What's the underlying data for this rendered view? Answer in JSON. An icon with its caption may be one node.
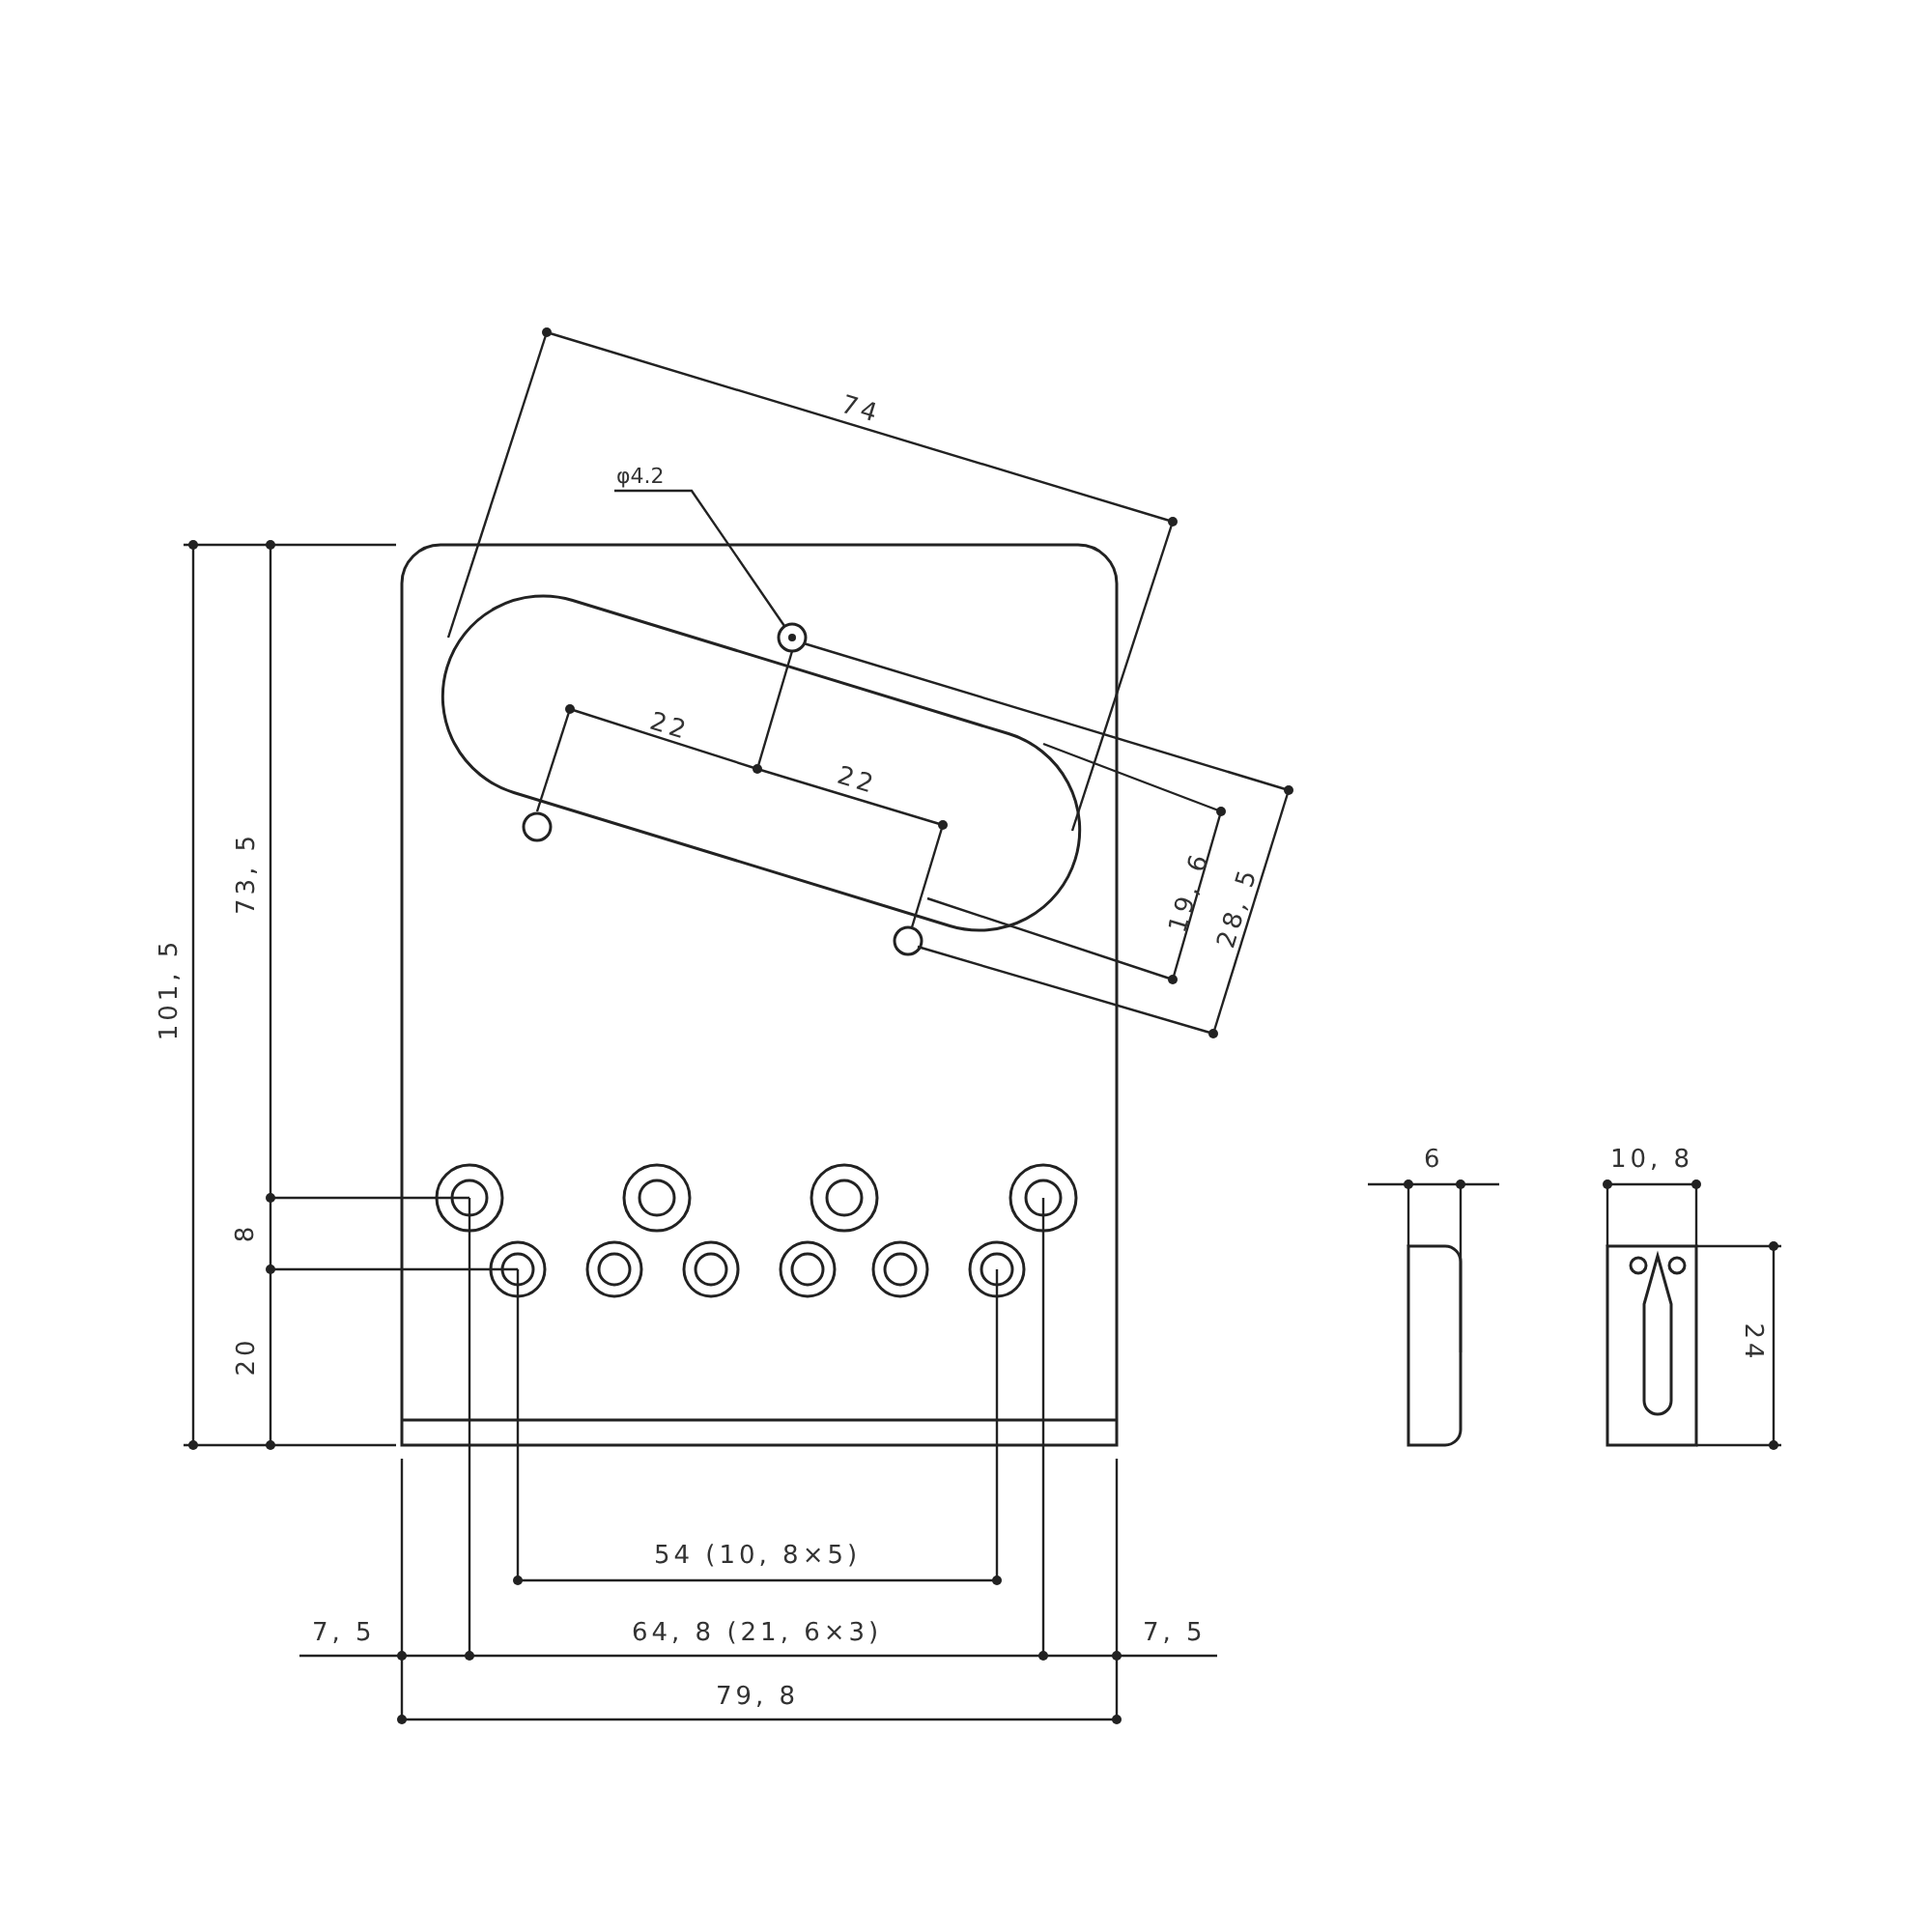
{
  "diagram": {
    "nodes": [
      {
        "text": [
          "φ4.2"
        ]
      },
      {
        "text": [],
        "shape": "circle"
      }
    ],
    "edges": [
      {
        "from": 0,
        "to": 1,
        "arrow": "none"
      }
    ],
    "labels": [
      "74",
      "22",
      "22",
      "19, 6",
      "28, 5",
      "101, 5",
      "73, 5",
      "8",
      "20",
      "6",
      "10, 8",
      "24",
      "54 (10, 8×5)",
      "7, 5",
      "64, 8 (21, 6×3)",
      "7, 5",
      "79, 8"
    ]
  }
}
